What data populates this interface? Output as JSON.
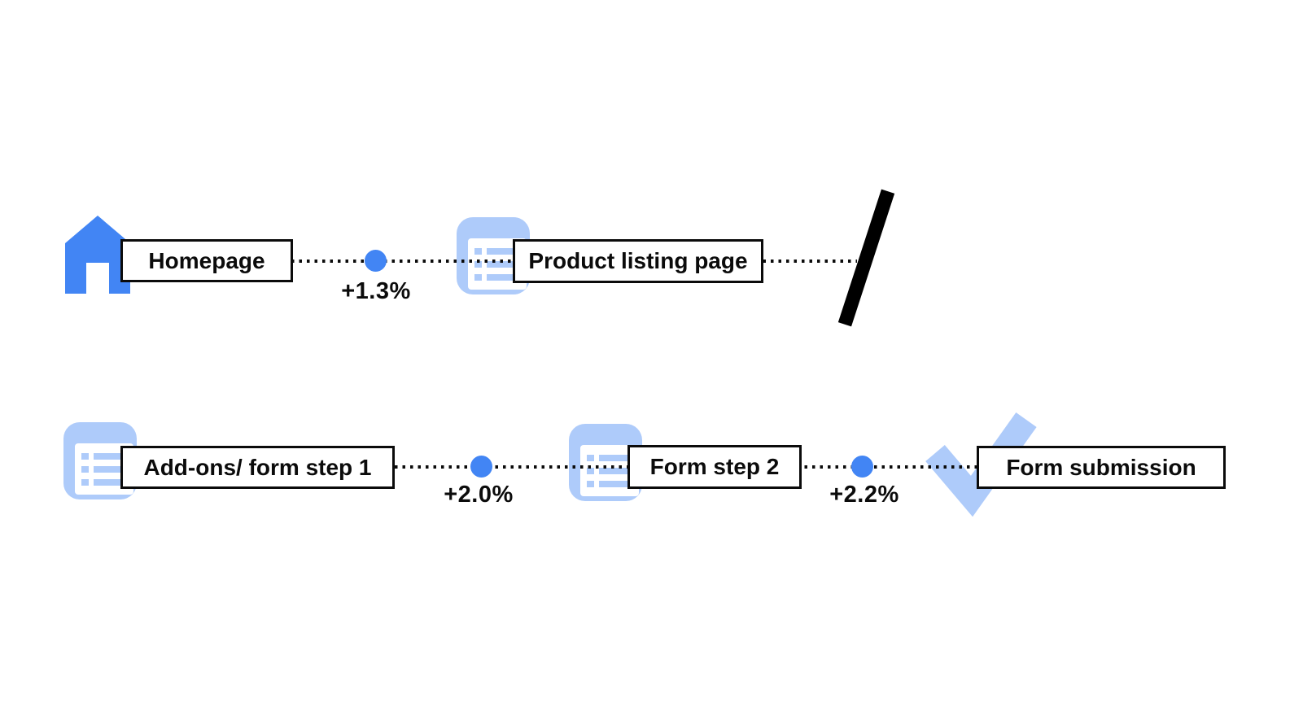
{
  "diagram": {
    "description": "Two-row user journey funnel diagram with conversion lift percentages between steps",
    "colors": {
      "primary_blue": "#4285F4",
      "light_blue": "#AECBFA",
      "line_black": "#0b0b0b",
      "box_background": "#ffffff"
    },
    "rows": [
      {
        "steps": [
          {
            "icon": "home-icon",
            "label": "Homepage"
          },
          {
            "icon": "list-icon",
            "label": "Product listing page"
          }
        ],
        "connectors": [
          {
            "label": "+1.3%"
          }
        ],
        "end_marker": "break-slash"
      },
      {
        "steps": [
          {
            "icon": "list-icon",
            "label": "Add-ons/ form step 1"
          },
          {
            "icon": "list-icon",
            "label": "Form step 2"
          },
          {
            "icon": "check-icon",
            "label": "Form submission"
          }
        ],
        "connectors": [
          {
            "label": "+2.0%"
          },
          {
            "label": "+2.2%"
          }
        ]
      }
    ]
  }
}
